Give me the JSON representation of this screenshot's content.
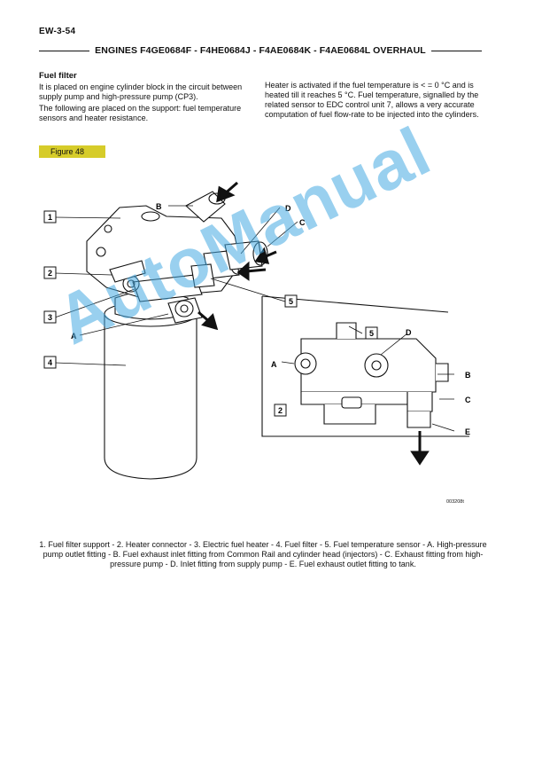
{
  "header": {
    "page_number": "EW-3-54",
    "title": "ENGINES F4GE0684F - F4HE0684J - F4AE0684K - F4AE0684L OVERHAUL"
  },
  "section": {
    "heading": "Fuel filter",
    "left_paragraphs": [
      "It is placed on engine cylinder block in the circuit between supply pump and high-pressure pump (CP3).",
      "The following are placed on the support: fuel temperature sensors and heater resistance."
    ],
    "right_paragraph": "Heater is activated if the fuel temperature is < = 0 °C and is heated till it reaches 5 °C. Fuel temperature, signalled by the related sensor to EDC control unit 7, allows a very accurate computation of fuel flow-rate to be injected into the cylinders."
  },
  "figure": {
    "label": "Figure 48",
    "code": "003208t",
    "callouts": {
      "n1": "1",
      "n2": "2",
      "n3": "3",
      "n4": "4",
      "n5": "5",
      "a": "A",
      "b": "B",
      "c": "C",
      "d": "D",
      "e": "E"
    }
  },
  "caption": "1. Fuel filter support - 2. Heater connector - 3. Electric fuel heater - 4. Fuel filter - 5. Fuel temperature sensor - A. High-pressure pump outlet fitting - B. Fuel exhaust inlet fitting from Common Rail and cylinder head (injectors) - C. Exhaust fitting from high-pressure pump - D. Inlet fitting from supply pump - E. Fuel exhaust outlet fitting to tank.",
  "watermark": "AutoManual",
  "colors": {
    "figure_label_bg": "#d6cc2a",
    "watermark": "#46aae1"
  }
}
